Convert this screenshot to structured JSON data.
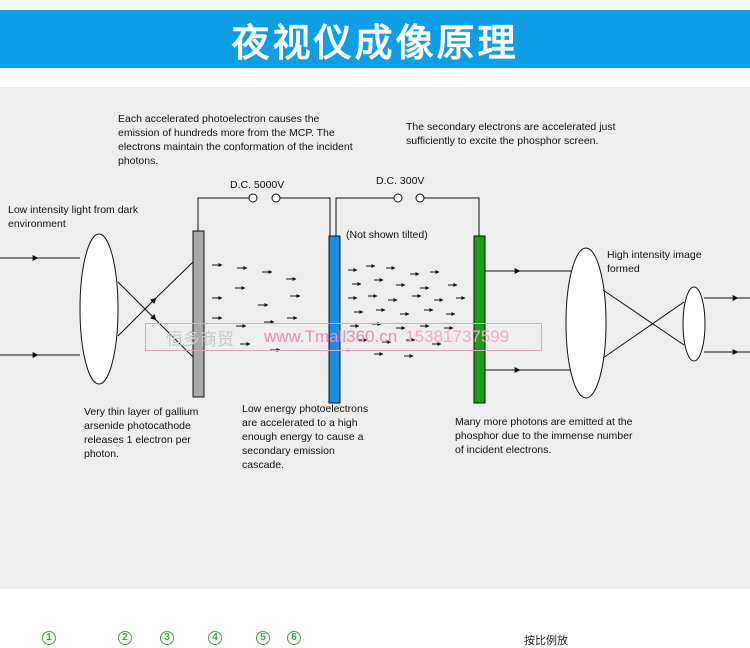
{
  "title": "夜视仪成像原理",
  "voltages": {
    "dc1": "D.C. 5000V",
    "dc2": "D.C. 300V"
  },
  "labels": {
    "mcp_note": "Each accelerated photoelectron causes the emission of hundreds more from the MCP. The electrons maintain the conformation of the incident photons.",
    "phosphor_note": "The secondary electrons are accelerated just sufficiently to excite the phosphor screen.",
    "low_light": "Low intensity light from dark environment",
    "not_tilted": "(Not shown tilted)",
    "high_image": "High intensity image formed",
    "photocathode": "Very thin layer of gallium arsenide photocathode releases 1 electron per photon.",
    "low_energy": "Low energy photoelectrons are accelerated to a high enough energy to cause a secondary emission cascade.",
    "many_photons": "Many more photons are emitted at the phosphor due to the immense number of incident electrons."
  },
  "watermark": {
    "shop": "恒多商贸",
    "url": "www.Tmall360.cn",
    "phone": "15381737599"
  },
  "colors": {
    "header": "#0d9ee6",
    "photocathode": "#a8a8a8",
    "mcp": "#1a8fe0",
    "phosphor": "#1f9a1f"
  },
  "footer": {
    "steps": [
      "1",
      "2",
      "3",
      "4",
      "5",
      "6"
    ],
    "note": "按比例放"
  }
}
